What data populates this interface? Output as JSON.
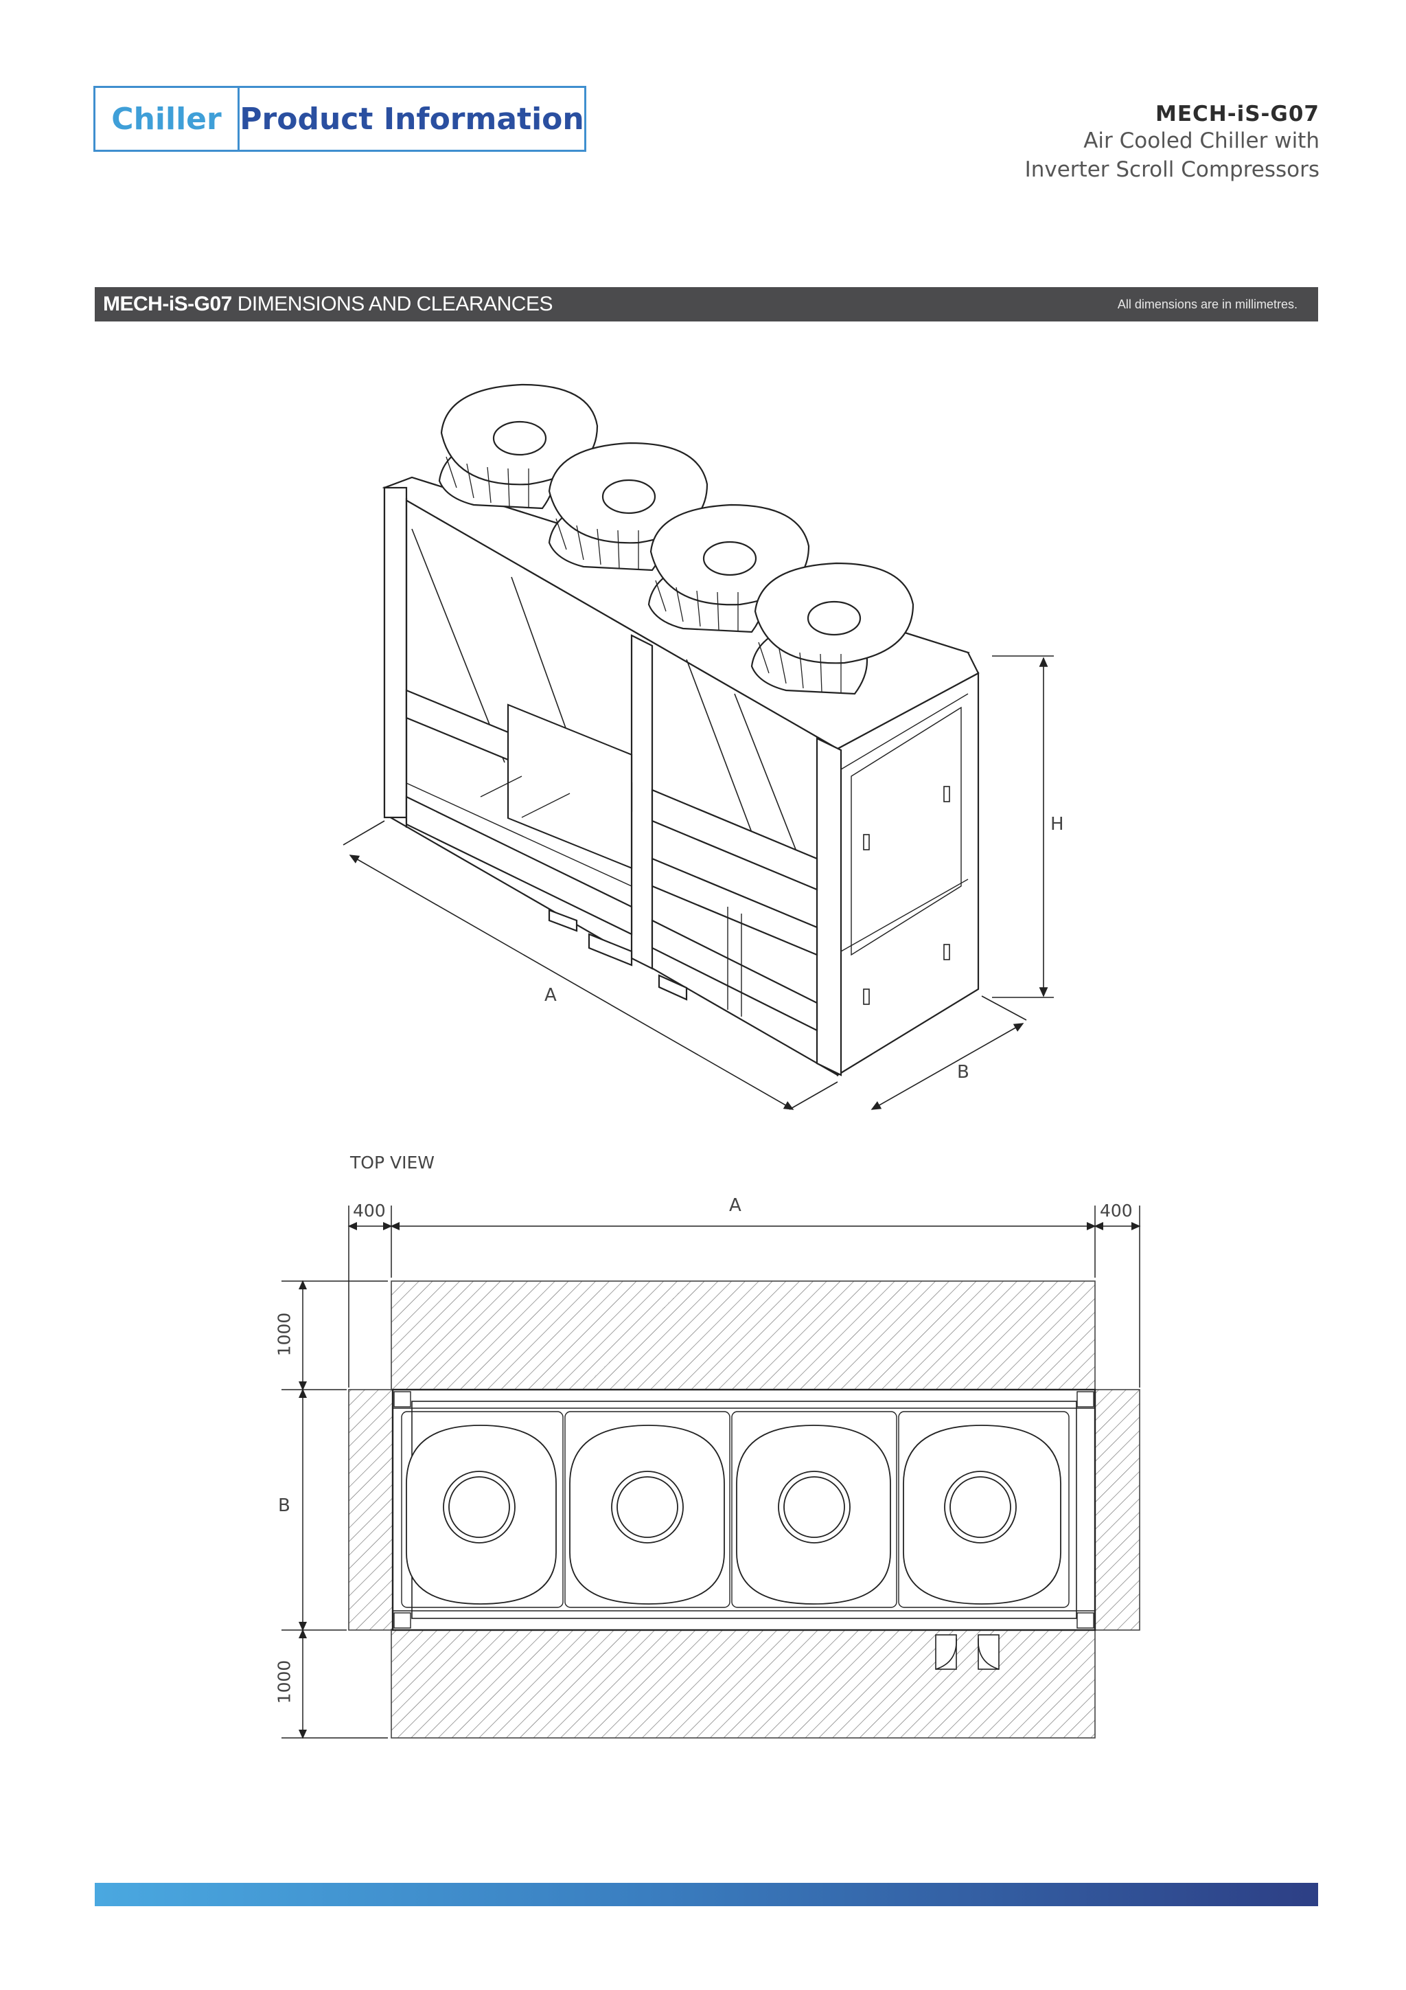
{
  "header": {
    "tag_left": "Chiller",
    "tag_right": "Product Information",
    "model": "MECH-iS-G07",
    "description_line1": "Air Cooled Chiller with",
    "description_line2": "Inverter Scroll Compressors"
  },
  "section": {
    "title_bold": "MECH-iS-G07",
    "title_light": " DIMENSIONS AND CLEARANCES",
    "note": "All dimensions are in millimetres."
  },
  "iso_view": {
    "label_a": "A",
    "label_b": "B",
    "label_h": "H"
  },
  "top_view": {
    "title": "TOP VIEW",
    "clearance_left": "400",
    "clearance_right": "400",
    "label_a": "A",
    "label_b": "B",
    "clearance_top": "1000",
    "clearance_bottom": "1000"
  },
  "colors": {
    "brand_light_blue": "#3f9fd8",
    "brand_dark_blue": "#2a4fa0",
    "band_gray": "#4b4b4d"
  }
}
